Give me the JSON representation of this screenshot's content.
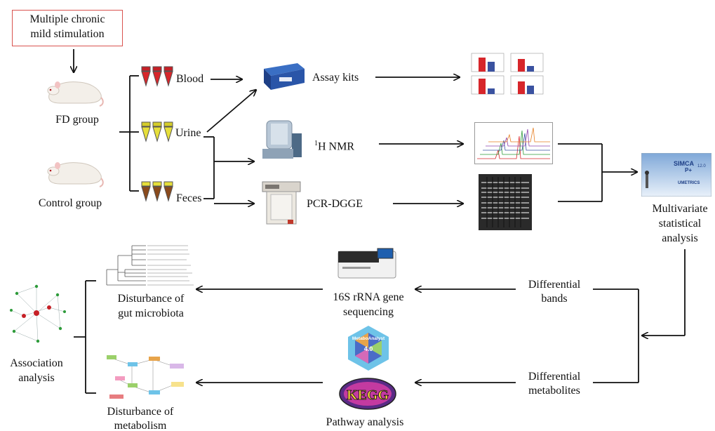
{
  "stimulus": {
    "line1": "Multiple chronic",
    "line2": "mild stimulation"
  },
  "groups": {
    "fd": "FD group",
    "control": "Control group"
  },
  "samples": {
    "blood": "Blood",
    "urine": "Urine",
    "feces": "Feces"
  },
  "methods": {
    "assay": "Assay kits",
    "nmr_sup": "1",
    "nmr": "H NMR",
    "pcr": "PCR-DGGE"
  },
  "multivariate": {
    "line1": "Multivariate",
    "line2": "statistical",
    "line3": "analysis"
  },
  "simca": {
    "title": "SIMCA",
    "version": "P+",
    "num": "12.0",
    "brand": "UMETRICS"
  },
  "differential_bands": {
    "line1": "Differential",
    "line2": "bands"
  },
  "differential_metabolites": {
    "line1": "Differential",
    "line2": "metabolites"
  },
  "sequencing": {
    "line1": "16S rRNA gene",
    "line2": "sequencing"
  },
  "gut": {
    "line1": "Disturbance  of",
    "line2": "gut microbiota"
  },
  "metabolism": {
    "line1": "Disturbance of",
    "line2": "metabolism"
  },
  "pathway": "Pathway analysis",
  "metaboanalyst": {
    "name": "MetaboAnalyst",
    "version": "4.0"
  },
  "kegg": "KEGG",
  "association": {
    "line1": "Association",
    "line2": "analysis"
  },
  "colors": {
    "blood": "#d7262b",
    "urine": "#e6df3a",
    "feces": "#8a4a1c",
    "stim_border": "#d9534f"
  }
}
